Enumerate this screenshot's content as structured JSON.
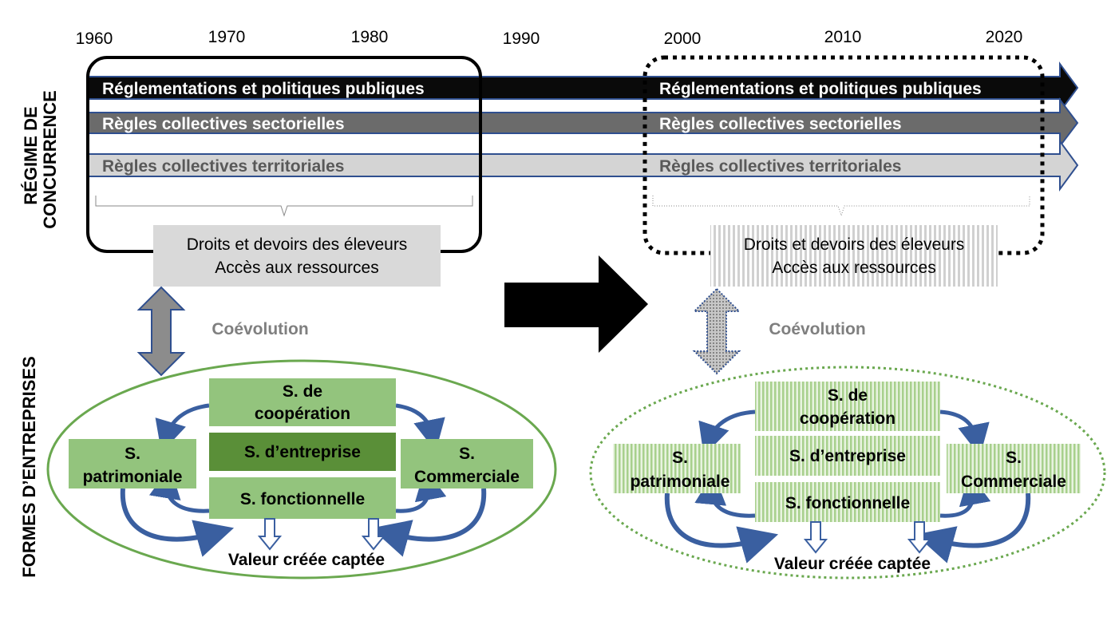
{
  "timeline": {
    "years": [
      "1960",
      "1970",
      "1980",
      "1990",
      "2000",
      "2010",
      "2020"
    ]
  },
  "axis_labels": {
    "top_line1": "RÉGIME DE",
    "top_line2": "CONCURRENCE",
    "bottom": "FORMES  D’ENTREPRISES"
  },
  "bands": {
    "band1": "Réglementations et politiques publiques",
    "band2": "Règles collectives sectorielles",
    "band3": "Règles collectives territoriales"
  },
  "left_panel": {
    "rights_line1": "Droits et devoirs des éleveurs",
    "rights_line2": "Accès aux ressources",
    "coevolution": "Coévolution",
    "s_cooperation_line1": "S. de",
    "s_cooperation_line2": "coopération",
    "s_entreprise": "S. d’entreprise",
    "s_fonctionnelle": "S. fonctionnelle",
    "s_patrimoniale_line1": "S.",
    "s_patrimoniale_line2": "patrimoniale",
    "s_commerciale_line1": "S.",
    "s_commerciale_line2": "Commerciale",
    "valeur": "Valeur créée captée"
  },
  "right_panel": {
    "rights_line1": "Droits et devoirs des éleveurs",
    "rights_line2": "Accès aux ressources",
    "coevolution": "Coévolution",
    "s_cooperation_line1": "S. de",
    "s_cooperation_line2": "coopération",
    "s_entreprise": "S. d’entreprise",
    "s_fonctionnelle": "S. fonctionnelle",
    "s_patrimoniale_line1": "S.",
    "s_patrimoniale_line2": "patrimoniale",
    "s_commerciale_line1": "S.",
    "s_commerciale_line2": "Commerciale",
    "valeur": "Valeur créée captée"
  },
  "colors": {
    "band1_fill": "#0a0a0a",
    "band2_fill": "#6b6b6b",
    "band3_fill": "#d4d4d4",
    "band_border": "#2f4f8f",
    "box_green": "#93c47d",
    "box_dark_green": "#5a8f38",
    "ellipse_green": "#6aa84f",
    "curve_blue": "#3a5fa0",
    "rights_gray": "#d9d9d9",
    "coevolution_gray": "#7f7f7f"
  }
}
